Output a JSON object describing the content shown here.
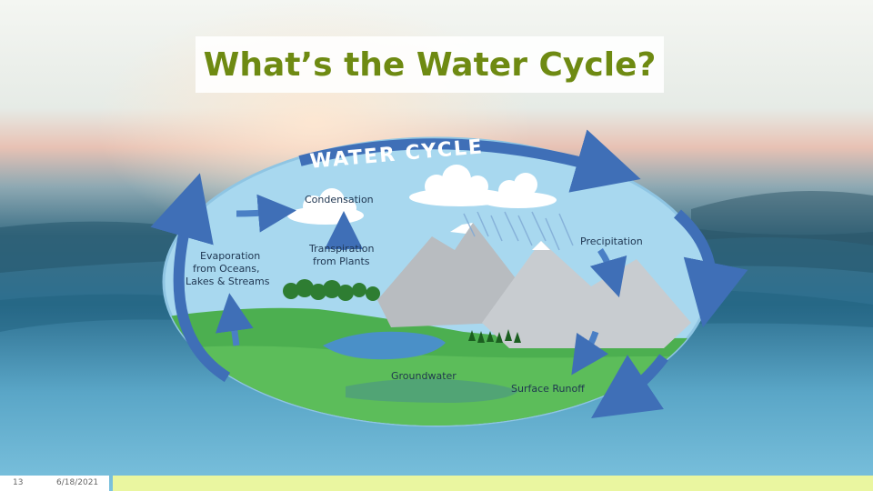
{
  "slide": {
    "title": "What’s the Water Cycle?",
    "slide_number": "13",
    "date": "6/18/2021"
  },
  "diagram": {
    "heading": "WATER CYCLE",
    "labels": {
      "condensation": "Condensation",
      "precipitation": "Precipitation",
      "evaporation_line1": "Evaporation",
      "evaporation_line2": "from Oceans,",
      "evaporation_line3": "Lakes & Streams",
      "transpiration_line1": "Transpiration",
      "transpiration_line2": "from Plants",
      "groundwater": "Groundwater",
      "surface_runoff": "Surface Runoff"
    }
  },
  "colors": {
    "title_text": "#6e8a12",
    "footer_bar": "#eaf6a0",
    "arrow_blue": "#3f6fb7",
    "sky_blue": "#a8d8ef",
    "land_green": "#4caf50",
    "water_blue": "#4a90c8"
  }
}
